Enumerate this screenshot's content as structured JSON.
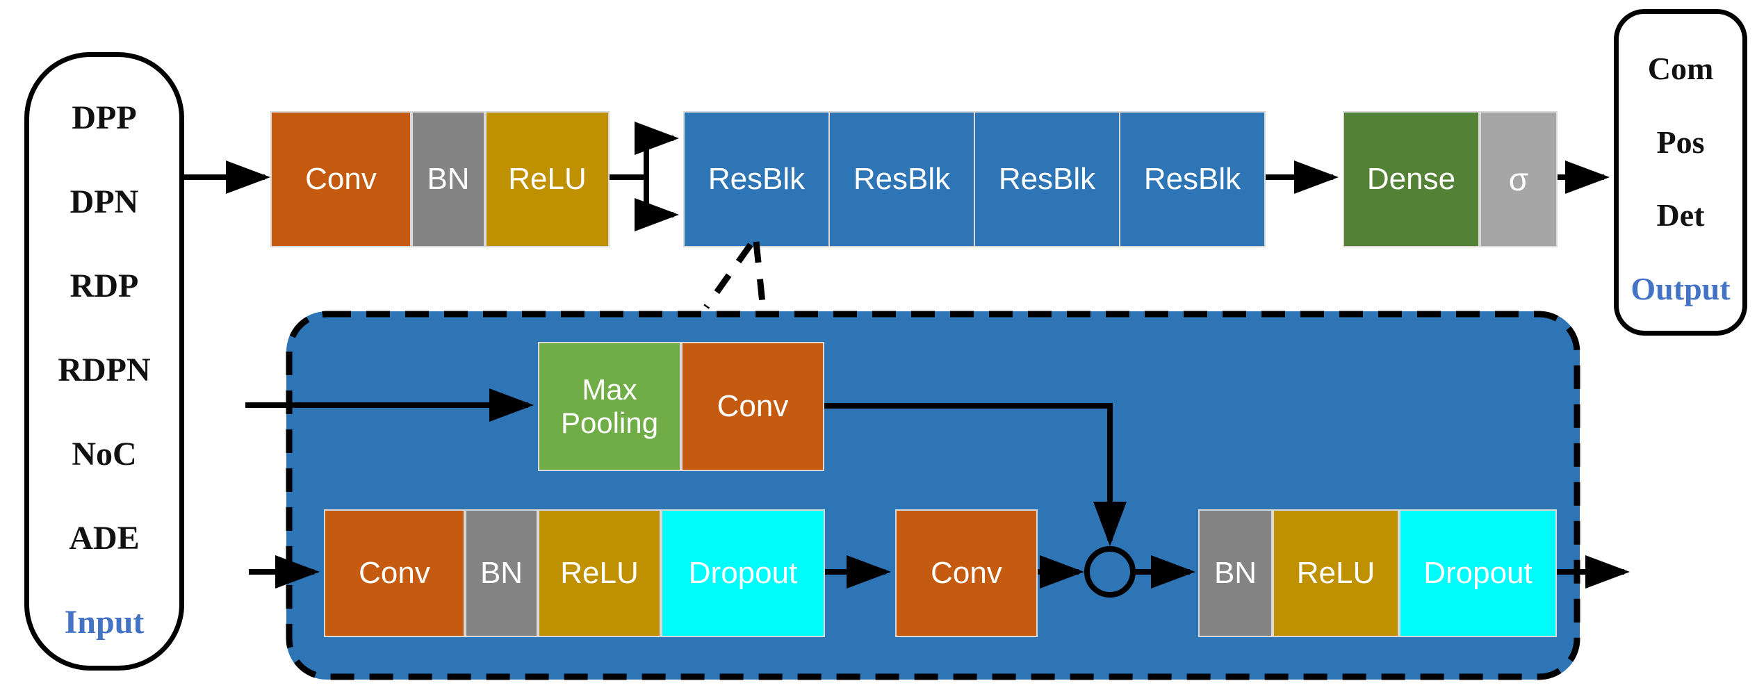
{
  "diagram": {
    "input_box": {
      "items": [
        "DPP",
        "DPN",
        "RDP",
        "RDPN",
        "NoC",
        "ADE"
      ],
      "caption": "Input"
    },
    "output_box": {
      "items": [
        "Com",
        "Pos",
        "Det"
      ],
      "caption": "Output"
    },
    "stem": {
      "conv": "Conv",
      "bn": "BN",
      "relu": "ReLU"
    },
    "resblocks": [
      "ResBlk",
      "ResBlk",
      "ResBlk",
      "ResBlk"
    ],
    "head": {
      "dense": "Dense",
      "sigma": "σ"
    },
    "detail": {
      "pool": "Max Pooling",
      "pool_conv": "Conv",
      "conv1": "Conv",
      "bn1": "BN",
      "relu1": "ReLU",
      "dropout1": "Dropout",
      "conv2": "Conv",
      "bn2": "BN",
      "relu2": "ReLU",
      "dropout2": "Dropout"
    },
    "colors": {
      "conv": "#C55A11",
      "bn": "#848484",
      "relu": "#BF9000",
      "resblk": "#2E75B6",
      "dense": "#538135",
      "sigma": "#A6A6A6",
      "maxpool": "#70AD47",
      "dropout": "#00FBFB",
      "container": "#2E75B6",
      "caption_blue": "#4472C4",
      "arrow": "#000000"
    }
  }
}
